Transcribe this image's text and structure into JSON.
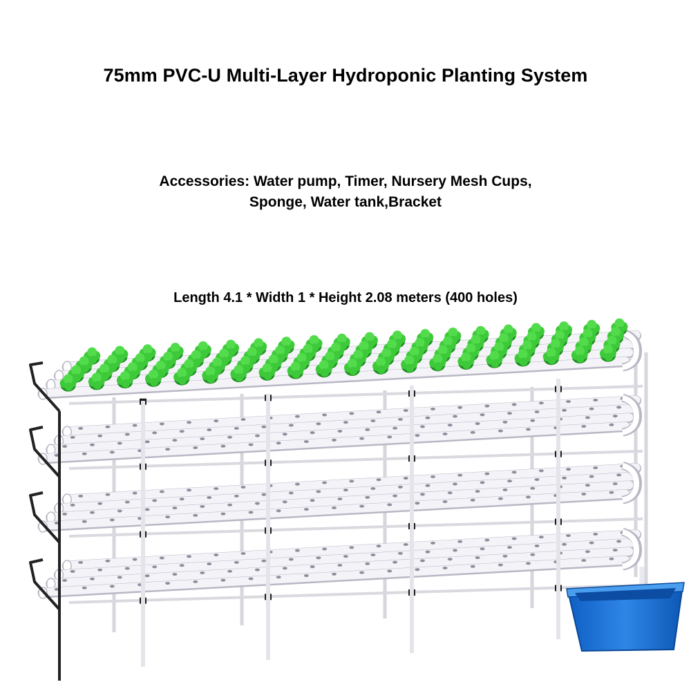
{
  "title": "75mm PVC-U Multi-Layer Hydroponic Planting System",
  "accessories": {
    "line1": "Accessories: Water pump, Timer, Nursery Mesh Cups,",
    "line2": "Sponge, Water tank,Bracket"
  },
  "dimensions": "Length 4.1 * Width 1 * Height 2.08 meters (400 holes)",
  "illustration": {
    "layers": 4,
    "pipes_per_layer": 4,
    "colors": {
      "pipe": "#f4f3f8",
      "pipe_edge": "#b9b7c4",
      "frame": "#d9d9e0",
      "bracket": "#222222",
      "plant": "#3ec93a",
      "plant_dark": "#1e8f20",
      "tank": "#1a6fd4",
      "tank_dark": "#0b4fa8"
    }
  }
}
